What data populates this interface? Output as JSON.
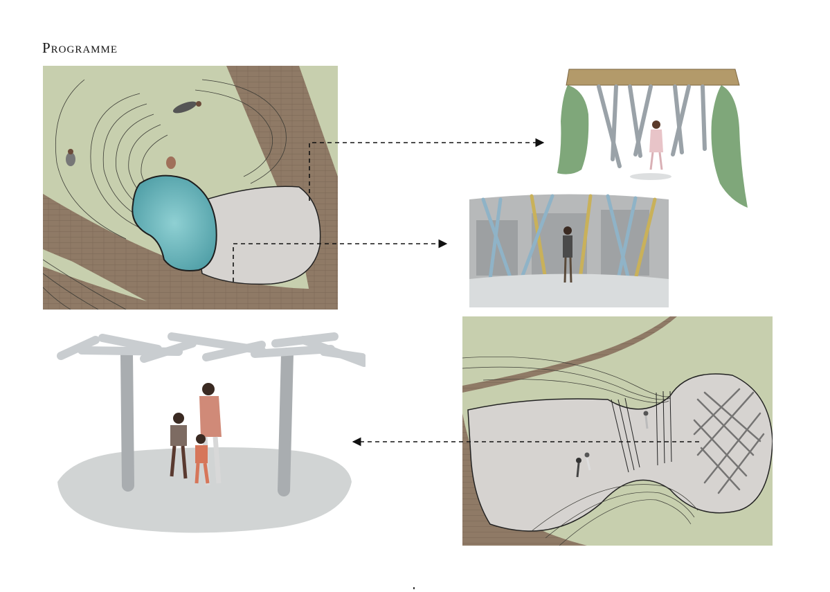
{
  "page": {
    "title": "Programme"
  },
  "colors": {
    "grass": "#c7cfae",
    "grass_dark": "#a9b48a",
    "deck": "#8f7a66",
    "deck_line": "#7a6654",
    "plaza": "#d6d3d0",
    "water": "#6fb8bf",
    "sky": "#dfe3e6",
    "green_wall": "#7fa77a",
    "roof": "#b39a6a",
    "post": "#b9bdc0",
    "ground": "#c9cccd"
  },
  "panels": [
    {
      "id": "plan-pool",
      "kind": "site-plan"
    },
    {
      "id": "pavilion-green-walls",
      "kind": "perspective-sketch"
    },
    {
      "id": "viewing-platform",
      "kind": "perspective-collage"
    },
    {
      "id": "plan-woven-area",
      "kind": "site-plan"
    },
    {
      "id": "timber-pergola",
      "kind": "perspective-sketch"
    }
  ],
  "arrows": [
    {
      "from": "plan-pool",
      "to": "pavilion-green-walls",
      "style": "dashed"
    },
    {
      "from": "plan-pool",
      "to": "viewing-platform",
      "style": "dashed"
    },
    {
      "from": "plan-woven-area",
      "to": "timber-pergola",
      "style": "dashed"
    }
  ]
}
